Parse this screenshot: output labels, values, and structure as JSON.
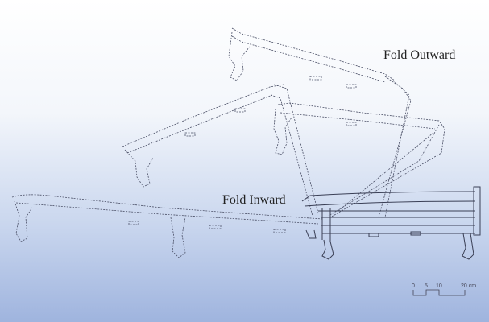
{
  "labels": {
    "fold_outward": "Fold Outward",
    "fold_inward": "Fold Inward"
  },
  "scale_bar": {
    "ticks": [
      "0",
      "5",
      "10",
      "20 cm"
    ]
  },
  "colors": {
    "line": "#3a3f55",
    "background_bottom": "#9fb4de"
  }
}
